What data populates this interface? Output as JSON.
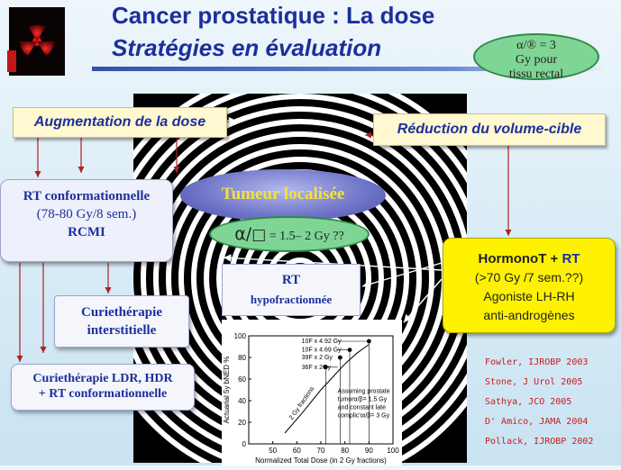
{
  "title": {
    "line1": "Cancer prostatique : La dose",
    "line2": "Stratégies en évaluation"
  },
  "ratio_note": {
    "line1": "α/® = 3",
    "line2": "Gy pour",
    "line3": "tissu rectal"
  },
  "left_header": "Augmentation de la dose",
  "right_header": "Réduction du volume-cible",
  "rt_conformationnelle": {
    "line1": "RT conformationnelle",
    "line2": "(78-80 Gy/8 sem.)",
    "line3": "RCMI"
  },
  "tumeur": "Tumeur localisée",
  "alpha_beta": {
    "symbol": "α/",
    "box": "□",
    "text": "= 1.5– 2 Gy ??"
  },
  "rt_hypo": {
    "line1": "RT",
    "line2": "hypofractionnée"
  },
  "hormono": {
    "line1a": "HormonoT",
    "line1b": "+",
    "line1c": "RT",
    "line2": "(>70 Gy /7 sem.??)",
    "line3": "Agoniste LH-RH",
    "line4": "anti-androgènes"
  },
  "curie_interstitielle": {
    "line1": "Curiethérapie",
    "line2": "interstitielle"
  },
  "curie_ldr": {
    "line1": "Curiethérapie  LDR, HDR",
    "line2": "+ RT conformationnelle"
  },
  "chart_data": {
    "type": "line",
    "xlabel": "Normalized  Total  Dose (in 2 Gy fractions)",
    "ylabel": "Actuarial  5y  bNED  %",
    "xlim": [
      40,
      100
    ],
    "ylim": [
      0,
      100
    ],
    "x_ticks": [
      "50",
      "60",
      "70",
      "80",
      "90",
      "100"
    ],
    "y_ticks": [
      "0",
      "20",
      "40",
      "60",
      "80",
      "100"
    ],
    "series": [
      {
        "name": "2 Gy fractions",
        "x": [
          55,
          62,
          70,
          75,
          80,
          85,
          90
        ],
        "y": [
          10,
          28,
          50,
          62,
          74,
          84,
          92
        ]
      }
    ],
    "points": [
      {
        "label": "36F x 2Gy",
        "x": 72,
        "y": 71
      },
      {
        "label": "39F x 2 Gy",
        "x": 78,
        "y": 80
      },
      {
        "label": "10F x 4.69 Gy",
        "x": 82,
        "y": 87
      },
      {
        "label": "10F x 4.92 Gy",
        "x": 90,
        "y": 95
      }
    ],
    "annotation": {
      "line1": "Assuming prostate",
      "line2": "tumorα/β= 1.5 Gy",
      "line3": "and constant late",
      "line4": "complic'αι/β= 3 Gy"
    }
  },
  "references": [
    "Fowler, IJROBP 2003",
    "Stone, J Urol 2005",
    "Sathya, JCO 2005",
    "D' Amico, JAMA 2004",
    "Pollack, IJROBP 2002"
  ],
  "colors": {
    "title": "#1c2f9c",
    "hormono_bg": "#fff200",
    "green_ellipse": "#7fd596",
    "tumeur_text": "#f4e23a",
    "refs": "#c81c1c"
  }
}
